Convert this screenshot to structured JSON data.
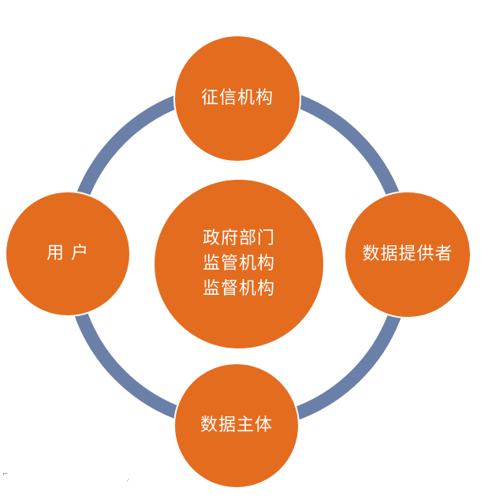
{
  "diagram": {
    "colors": {
      "ring": "#6b80a8",
      "node_fill": "#e46c1f",
      "node_stroke": "#ffffff",
      "label": "#ffffff",
      "background": "#ffffff"
    },
    "nodes": {
      "top": {
        "label": "征信机构"
      },
      "left": {
        "label": "用 户"
      },
      "right": {
        "label": "数据提供者"
      },
      "bottom": {
        "label": "数据主体"
      },
      "center": {
        "lines": [
          "政府部门",
          "监管机构",
          "监督机构"
        ]
      }
    },
    "marks": {
      "bottom_left": "⌐",
      "bottom_mid": "⸝"
    }
  }
}
